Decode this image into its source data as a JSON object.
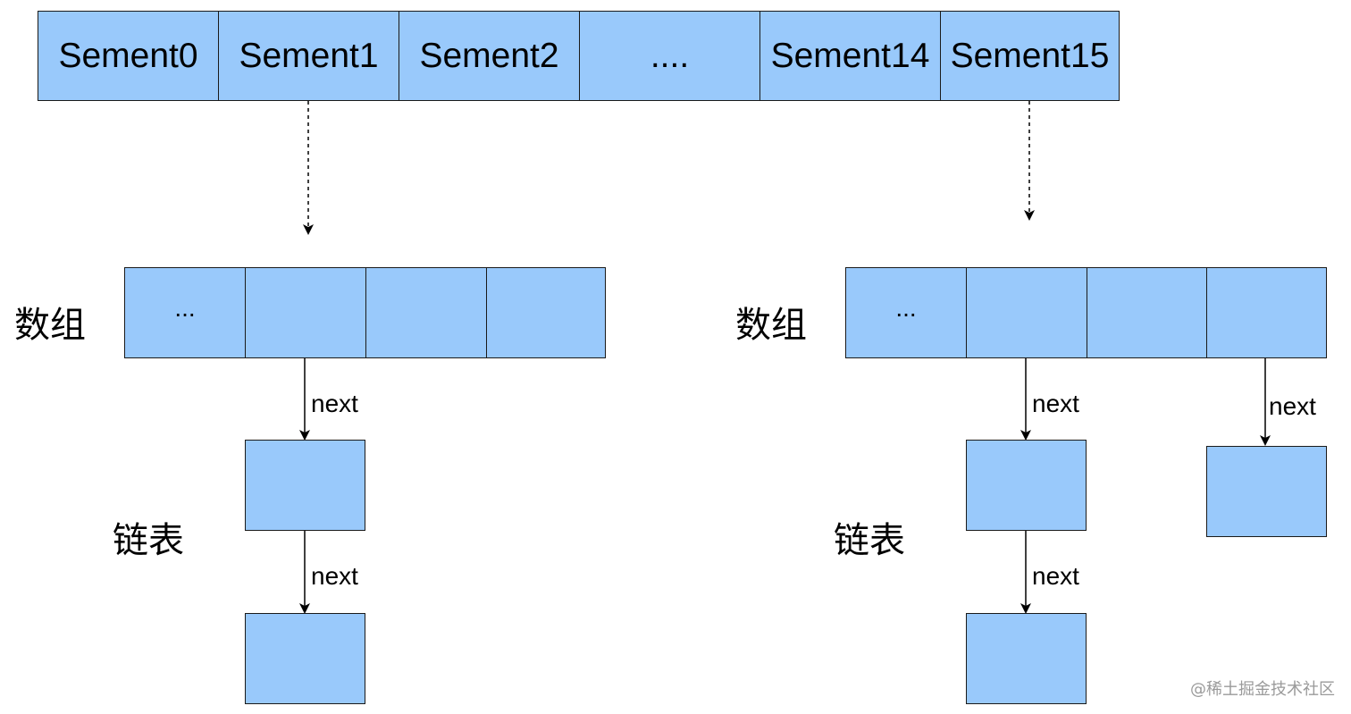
{
  "segments": [
    "Sement0",
    "Sement1",
    "Sement2",
    "....",
    "Sement14",
    "Sement15"
  ],
  "array_label": "数组",
  "list_label": "链表",
  "array_first_cell": "...",
  "next_label": "next",
  "watermark": "@稀土掘金技术社区",
  "colors": {
    "box_fill": "#99c9fb",
    "box_border": "#1a1a1a"
  }
}
